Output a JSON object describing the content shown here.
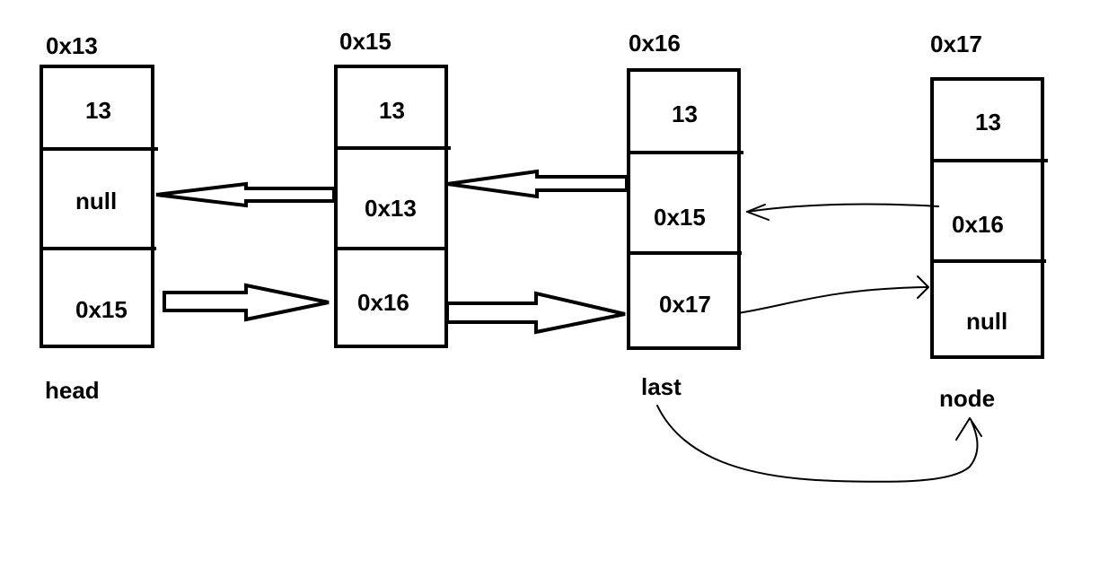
{
  "nodes": [
    {
      "address": "0x13",
      "data": "13",
      "prev": "null",
      "next": "0x15"
    },
    {
      "address": "0x15",
      "data": "13",
      "prev": "0x13",
      "next": "0x16"
    },
    {
      "address": "0x16",
      "data": "13",
      "prev": "0x15",
      "next": "0x17"
    },
    {
      "address": "0x17",
      "data": "13",
      "prev": "0x16",
      "next": "null"
    }
  ],
  "pointers": {
    "head": "head",
    "last": "last",
    "node": "node"
  }
}
